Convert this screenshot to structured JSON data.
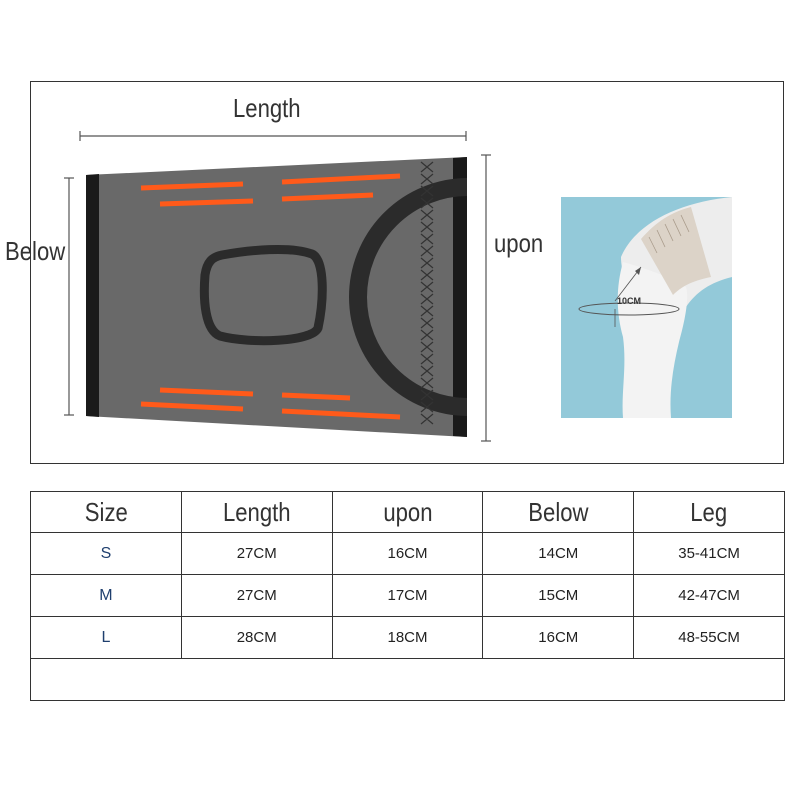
{
  "diagram": {
    "labels": {
      "length": "Length",
      "below": "Below",
      "upon": "upon",
      "knee_measure": "10CM"
    },
    "colors": {
      "sleeve_body": "#696969",
      "sleeve_edge": "#1a1a1a",
      "stripes": "#ff5a1a",
      "photo_background": "#93c9d9"
    }
  },
  "size_table": {
    "headers": [
      "Size",
      "Length",
      "upon",
      "Below",
      "Leg"
    ],
    "rows": [
      {
        "size": "S",
        "length": "27CM",
        "upon": "16CM",
        "below": "14CM",
        "leg": "35-41CM"
      },
      {
        "size": "M",
        "length": "27CM",
        "upon": "17CM",
        "below": "15CM",
        "leg": "42-47CM"
      },
      {
        "size": "L",
        "length": "28CM",
        "upon": "18CM",
        "below": "16CM",
        "leg": "48-55CM"
      }
    ]
  }
}
